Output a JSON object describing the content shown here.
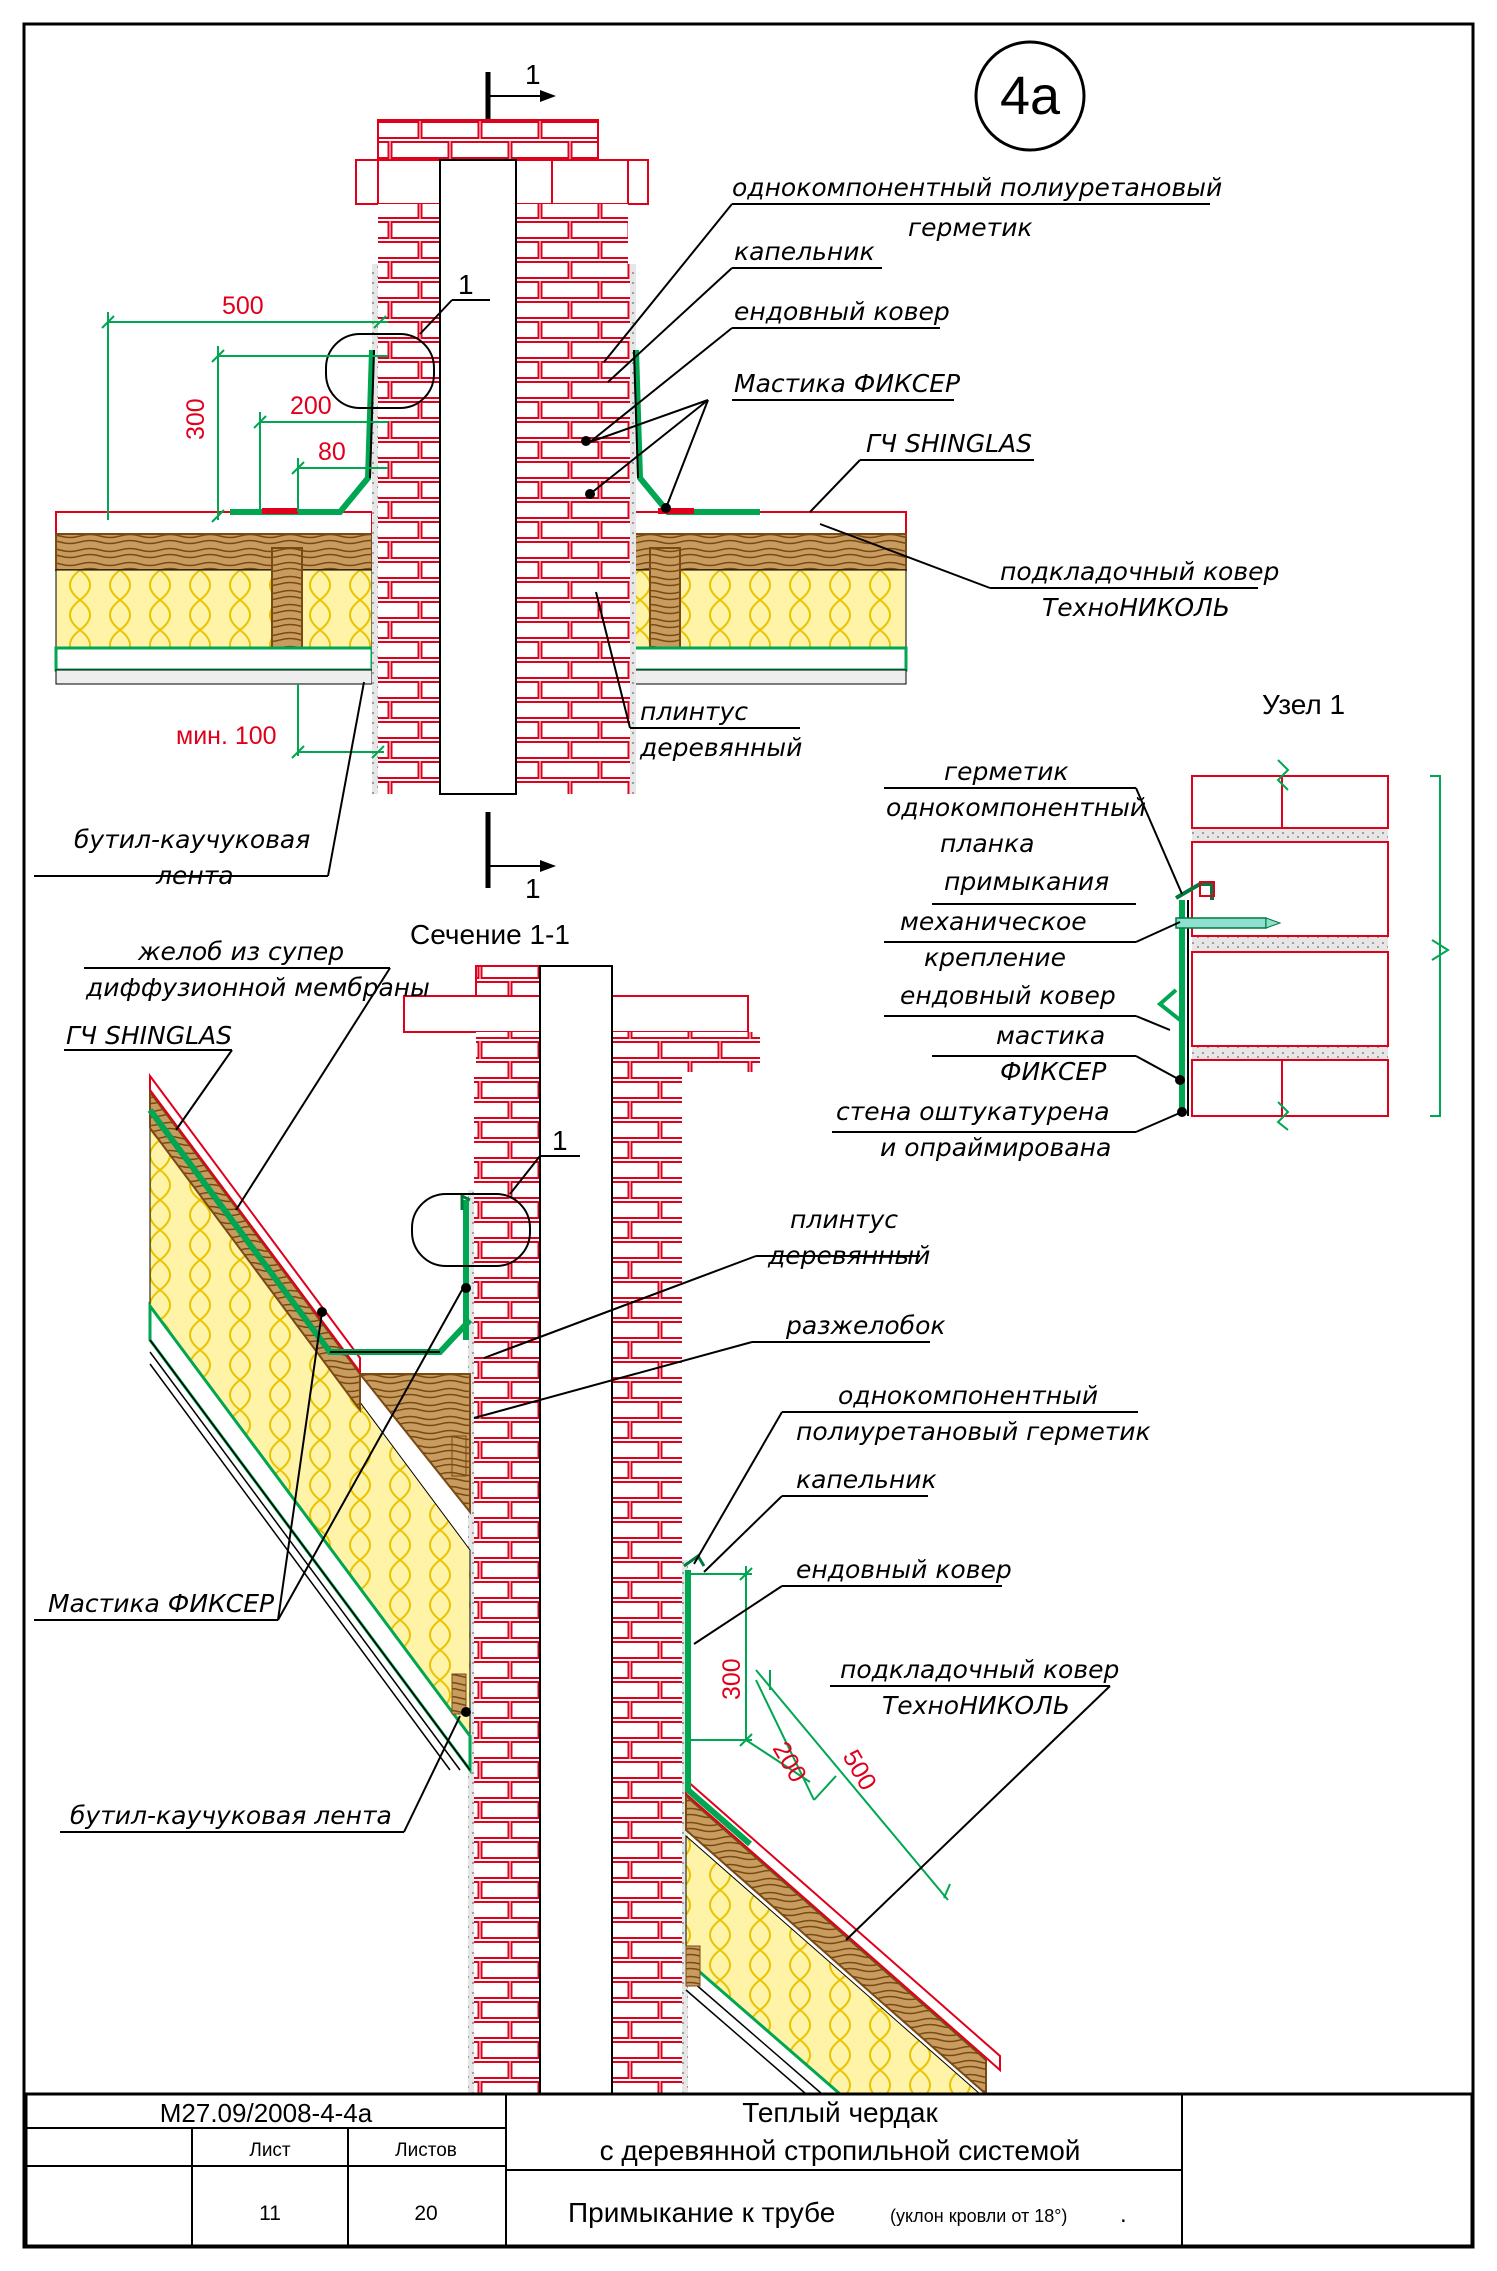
{
  "sheet": {
    "badge": "4а",
    "view_marker": "1",
    "title_block": {
      "code": "М27.09/2008-4-4а",
      "sheet_label": "Лист",
      "sheets_label": "Листов",
      "sheet_no": "11",
      "sheets_total": "20",
      "title_line1": "Теплый чердак",
      "title_line2": "с деревянной стропильной системой",
      "title_line3": "Примыкание к трубе",
      "title_note": "(уклон кровли от 18°)",
      "title_dot": "."
    }
  },
  "plan_view": {
    "node_ref": "1",
    "labels": {
      "sealant_line1": "однокомпонентный полиуретановый",
      "sealant_line2": "герметик",
      "drip": "капельник",
      "valley_carpet": "ендовный ковер",
      "mastic": "Мастика ФИКСЕР",
      "shingles": "ГЧ SHINGLAS",
      "underlay_line1": "подкладочный ковер",
      "underlay_line2": "ТехноНИКОЛЬ",
      "plinth_line1": "плинтус",
      "plinth_line2": "деревянный",
      "butyl_line1": "бутил-каучуковая",
      "butyl_line2": "лента"
    },
    "dimensions": {
      "d500": "500",
      "d300": "300",
      "d200": "200",
      "d80": "80",
      "min100": "мин. 100"
    }
  },
  "node_detail": {
    "title": "Узел 1",
    "labels": {
      "l1": "герметик",
      "l2": "однокомпонентный",
      "l3": "планка",
      "l4": "примыкания",
      "l5": "механическое",
      "l6": "крепление",
      "l7": "ендовный ковер",
      "l8": "мастика",
      "l9": "ФИКСЕР",
      "l10": "стена оштукатурена",
      "l11": "и опраймирована"
    }
  },
  "section_view": {
    "title": "Сечение 1-1",
    "node_ref": "1",
    "labels": {
      "gutter_line1": "желоб из супер",
      "gutter_line2": "диффузионной мембраны",
      "shingles": "ГЧ SHINGLAS",
      "plinth_line1": "плинтус",
      "plinth_line2": "деревянный",
      "cricket": "разжелобок",
      "sealant_line1": "однокомпонентный",
      "sealant_line2": "полиуретановый герметик",
      "drip": "капельник",
      "valley_carpet": "ендовный ковер",
      "underlay_line1": "подкладочный ковер",
      "underlay_line2": "ТехноНИКОЛЬ",
      "mastic": "Мастика ФИКСЕР",
      "butyl": "бутил-каучуковая лента"
    },
    "dimensions": {
      "d300": "300",
      "d200": "200",
      "d500": "500"
    }
  },
  "colors": {
    "brick": "#e0001b",
    "dimension": "#e0001b",
    "leader": "#007a3d",
    "membrane": "#00a651",
    "insulation": "#fff3a8",
    "insulation_wave": "#e8c300",
    "timber": "#a0641e",
    "ink": "#000000"
  }
}
